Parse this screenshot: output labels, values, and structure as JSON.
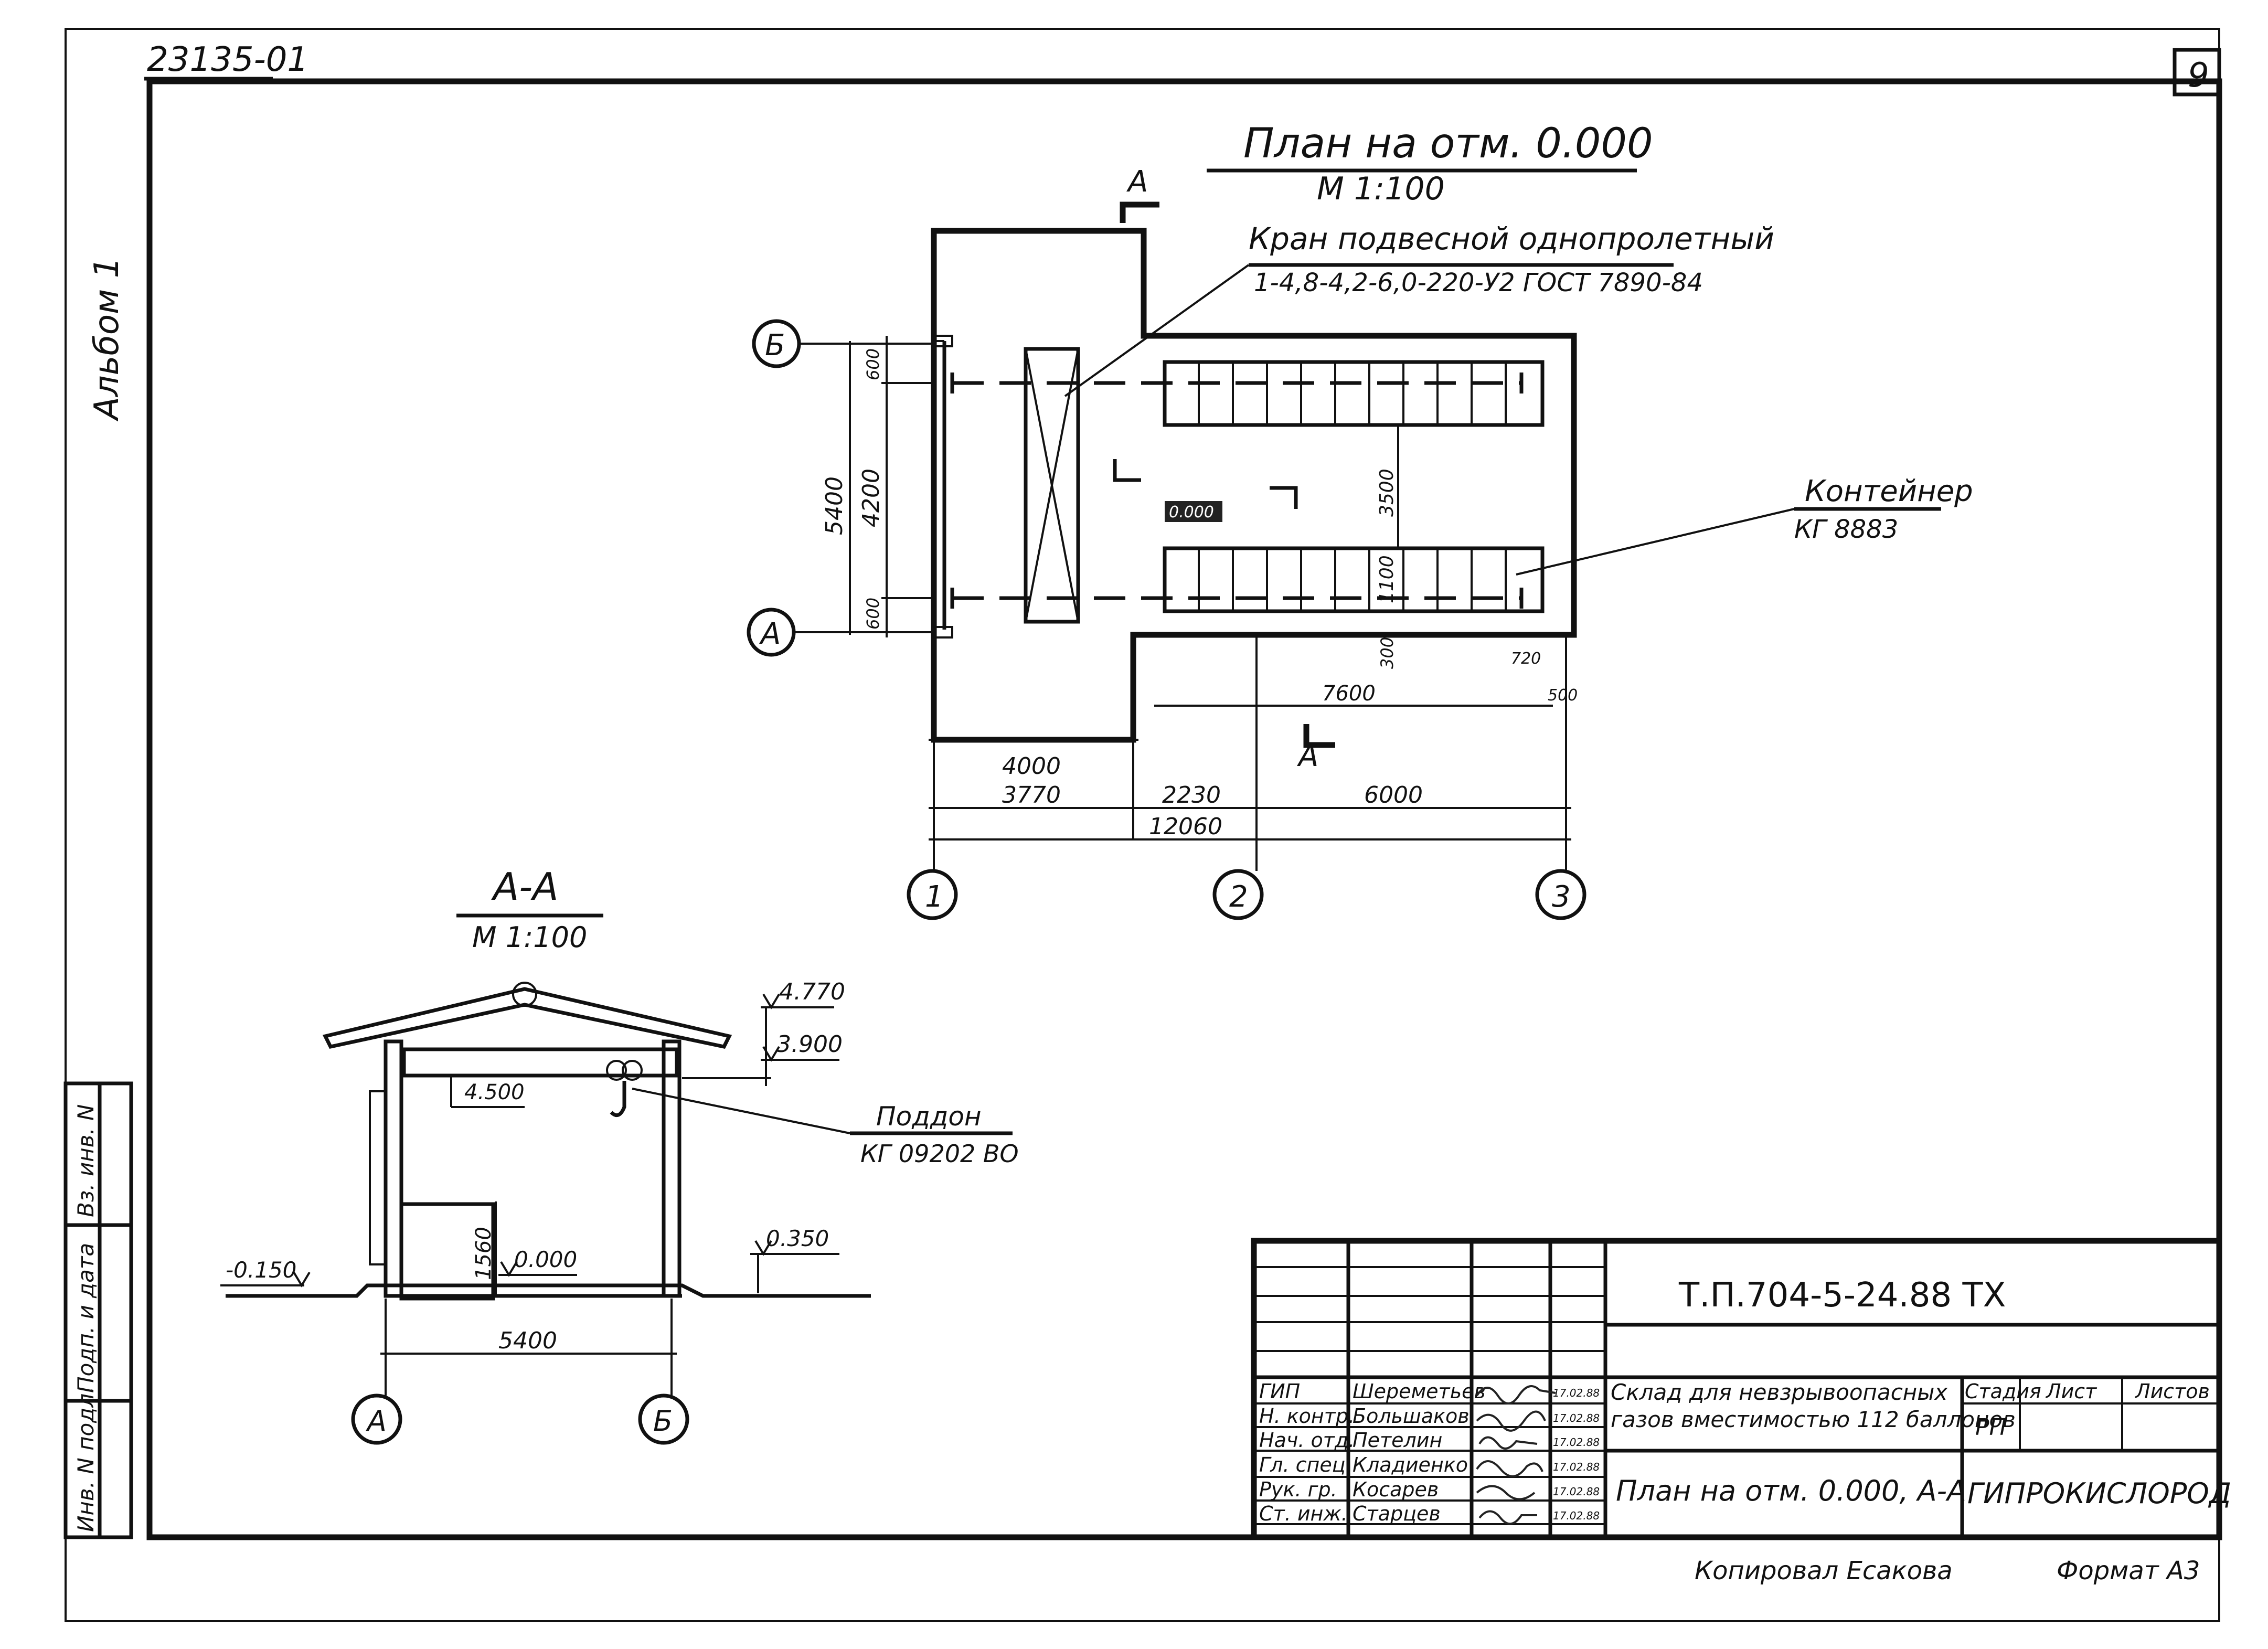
{
  "sheet": {
    "doc_number": "23135-01",
    "page_number": "9",
    "album": "Альбом 1",
    "copied_by": "Копировал Есакова",
    "format": "Формат A3"
  },
  "side_stamp": {
    "inv_orig": "Инв. N подл.",
    "sign_date": "Подп. и дата",
    "inv_dupl": "Вз. инв. N"
  },
  "plan": {
    "title": "План на отм. 0.000",
    "scale": "М 1:100",
    "section_mark": "А",
    "crane_label": "Кран подвесной однопролетный",
    "crane_spec": "1-4,8-4,2-6,0-220-У2 ГОСТ 7890-84",
    "container_label": "Контейнер",
    "container_spec": "КГ 8883",
    "elevation_tag": "0.000",
    "axes_rows": [
      "Б",
      "А"
    ],
    "axes_cols": [
      "1",
      "2",
      "3"
    ],
    "dims": {
      "total_height": "5400",
      "span": "4200",
      "top_offset": "600",
      "bottom_offset": "600",
      "inner_gap": "3500",
      "container_width": "1100",
      "gap_300": "300",
      "gap_720": "720",
      "container_run": "7600",
      "end_500": "500",
      "bay_4000": "4000",
      "bay_3770": "3770",
      "bay_2230": "2230",
      "bay_6000": "6000",
      "overall": "12060"
    }
  },
  "section": {
    "title": "А-А",
    "scale": "М 1:100",
    "pallet_label": "Поддон",
    "pallet_spec": "КГ 09202 ВО",
    "elev_ridge": "4.770",
    "elev_eave": "3.900",
    "elev_crane": "4.500",
    "elev_ramp": "0.350",
    "elev_floor": "0.000",
    "elev_ground": "-0.150",
    "door_height": "1560",
    "width": "5400",
    "axes": [
      "А",
      "Б"
    ]
  },
  "title_block": {
    "code": "Т.П.704-5-24.88 ТХ",
    "project_name_1": "Склад для невзрывоопасных",
    "project_name_2": "газов вместимостью 112 баллонов",
    "sheet_name": "План на отм. 0.000, А-А",
    "org": "ГИПРОКИСЛОРОД",
    "stage_header": "Стадия",
    "sheet_header": "Лист",
    "sheets_header": "Листов",
    "stage_value": "РП",
    "roles": [
      {
        "role": "ГИП",
        "name": "Шереметьев",
        "date": "17.02.88"
      },
      {
        "role": "Н. контр.",
        "name": "Большаков",
        "date": "17.02.88"
      },
      {
        "role": "Нач. отд.",
        "name": "Петелин",
        "date": "17.02.88"
      },
      {
        "role": "Гл. спец.",
        "name": "Кладиенко",
        "date": "17.02.88"
      },
      {
        "role": "Рук. гр.",
        "name": "Косарев",
        "date": "17.02.88"
      },
      {
        "role": "Ст. инж.",
        "name": "Старцев",
        "date": "17.02.88"
      }
    ]
  }
}
